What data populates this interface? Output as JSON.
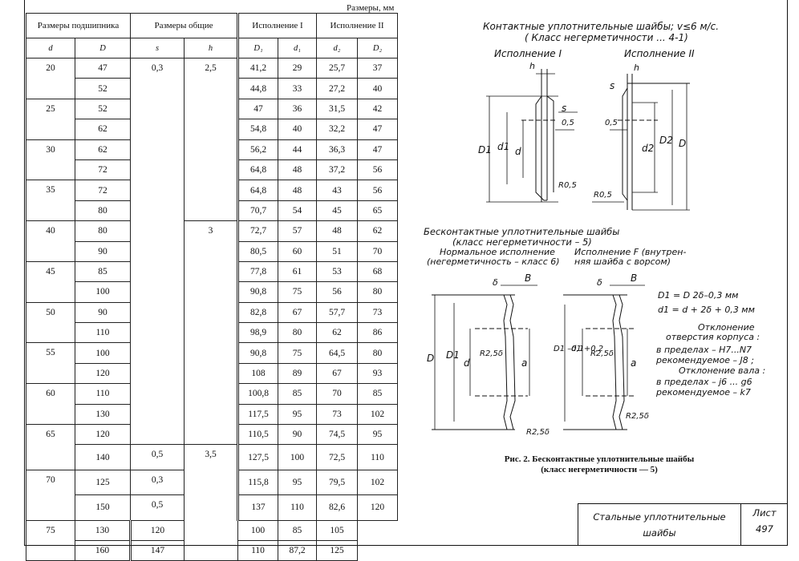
{
  "units_caption": "Размеры, мм",
  "table": {
    "group_headers": {
      "bearing": "Размеры подшипника",
      "overall": "Размеры общие",
      "version1": "Исполнение I",
      "version2": "Исполнение II"
    },
    "symbols": [
      "d",
      "D",
      "s",
      "h",
      "D₁",
      "d₁",
      "d₂",
      "D₂"
    ],
    "d_groups": [
      {
        "d": "20"
      },
      {
        "d": "25"
      },
      {
        "d": "30"
      },
      {
        "d": "35"
      },
      {
        "d": "40"
      },
      {
        "d": "45"
      },
      {
        "d": "50"
      },
      {
        "d": "55"
      },
      {
        "d": "60"
      },
      {
        "d": "65"
      },
      {
        "d": "70"
      },
      {
        "d": "75"
      }
    ],
    "s_values": [
      "0,3",
      "0,5",
      "0,3",
      "0,5"
    ],
    "h_values": [
      "2,5",
      "3",
      "3,5"
    ],
    "rows": [
      [
        "47",
        "41,2",
        "29",
        "25,7",
        "37"
      ],
      [
        "52",
        "44,8",
        "33",
        "27,2",
        "40"
      ],
      [
        "52",
        "47",
        "36",
        "31,5",
        "42"
      ],
      [
        "62",
        "54,8",
        "40",
        "32,2",
        "47"
      ],
      [
        "62",
        "56,2",
        "44",
        "36,3",
        "47"
      ],
      [
        "72",
        "64,8",
        "48",
        "37,2",
        "56"
      ],
      [
        "72",
        "64,8",
        "48",
        "43",
        "56"
      ],
      [
        "80",
        "70,7",
        "54",
        "45",
        "65"
      ],
      [
        "80",
        "72,7",
        "57",
        "48",
        "62"
      ],
      [
        "90",
        "80,5",
        "60",
        "51",
        "70"
      ],
      [
        "85",
        "77,8",
        "61",
        "53",
        "68"
      ],
      [
        "100",
        "90,8",
        "75",
        "56",
        "80"
      ],
      [
        "90",
        "82,8",
        "67",
        "57,7",
        "73"
      ],
      [
        "110",
        "98,9",
        "80",
        "62",
        "86"
      ],
      [
        "100",
        "90,8",
        "75",
        "64,5",
        "80"
      ],
      [
        "120",
        "108",
        "89",
        "67",
        "93"
      ],
      [
        "110",
        "100,8",
        "85",
        "70",
        "85"
      ],
      [
        "130",
        "117,5",
        "95",
        "73",
        "102"
      ],
      [
        "120",
        "110,5",
        "90",
        "74,5",
        "95"
      ],
      [
        "140",
        "127,5",
        "100",
        "72,5",
        "110"
      ],
      [
        "125",
        "115,8",
        "95",
        "79,5",
        "102"
      ],
      [
        "150",
        "137",
        "110",
        "82,6",
        "120"
      ],
      [
        "130",
        "120",
        "100",
        "85",
        "105"
      ],
      [
        "160",
        "147",
        "110",
        "87,2",
        "125"
      ]
    ]
  },
  "contact": {
    "title": "Контактные уплотнительные шайбы; v≤6 м/с.",
    "subtitle": "( Класс негерметичности ... 4-1)",
    "label_v1": "Исполнение I",
    "label_v2": "Исполнение II",
    "dims": {
      "h": "h",
      "s": "s",
      "d05": "0,5",
      "D1": "D1",
      "d1": "d1",
      "d": "d",
      "R05": "R0,5",
      "d2": "d2",
      "D2": "D2",
      "D": "D"
    }
  },
  "noncontact": {
    "title": "Бесконтактные уплотнительные шайбы",
    "subtitle": "(класс негерметичности – 5)",
    "normal_label_1": "Нормальное исполнение",
    "normal_label_2": "(негерметичность – класс 6)",
    "versionF_label_1": "Исполнение F (внутрен-",
    "versionF_label_2": "няя шайба с ворсом)",
    "formula1": "D1 = D  2δ–0,3 мм",
    "formula2": "d1 = d + 2δ + 0,3 мм",
    "note1": "Отклонение",
    "note2": "отверстия корпуса :",
    "note3": "в пределах – H7...N7",
    "note4": "рекомендуемое – J8 ;",
    "note5": "Отклонение вала :",
    "note6": "в пределах – j6 ... g6",
    "note7": "рекомендуемое – k7",
    "dims": {
      "delta": "δ",
      "B": "B",
      "D": "D",
      "D1": "D1",
      "d": "d",
      "R25d": "R2,5δ",
      "a": "a",
      "D1m": "D1 –0,1",
      "d1p": "d1 +0,2"
    }
  },
  "figure_caption": "Рис. 2. Бесконтактные уплотнительные шайбы",
  "figure_caption2": "(класс негерметичности — 5)",
  "title_block": {
    "name_line1": "Стальные уплотнительные",
    "name_line2": "шайбы",
    "sheet_label": "Лист",
    "sheet_number": "497"
  }
}
